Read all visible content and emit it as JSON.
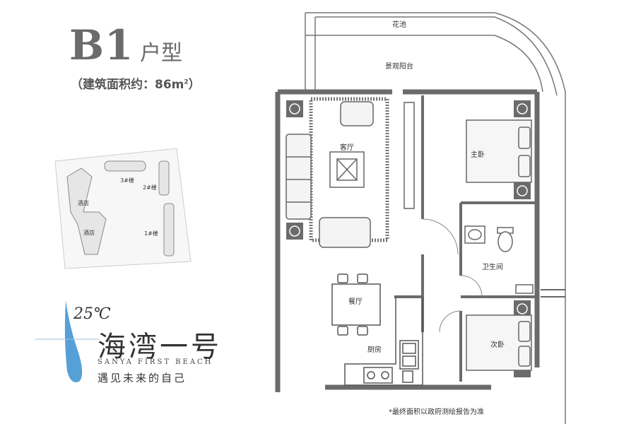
{
  "header": {
    "type_code": "B1",
    "type_suffix": "户型",
    "area_text": "（建筑面积约：86m",
    "area_sup": "2",
    "area_close": "）"
  },
  "rooms": {
    "flower_bed": "花池",
    "balcony": "景观阳台",
    "living": "客厅",
    "master": "主卧",
    "bath": "卫生间",
    "dining": "餐厅",
    "kitchen": "厨房",
    "second": "次卧"
  },
  "site_map": {
    "hotel_a": "酒店",
    "hotel_b": "酒店",
    "bldg3": "3#楼",
    "bldg2": "2#楼",
    "bldg1": "1#楼"
  },
  "brand": {
    "temp": "25℃",
    "name": "海湾一号",
    "english": "SANYA FIRST BEACH",
    "slogan": "遇见未来的自己"
  },
  "footnote": "*最终面积以政府测绘报告为准",
  "colors": {
    "wall": "#6b6b6b",
    "line": "#555555",
    "fill_light": "#e8e8e8",
    "brand_blue": "#3a8fd0"
  }
}
